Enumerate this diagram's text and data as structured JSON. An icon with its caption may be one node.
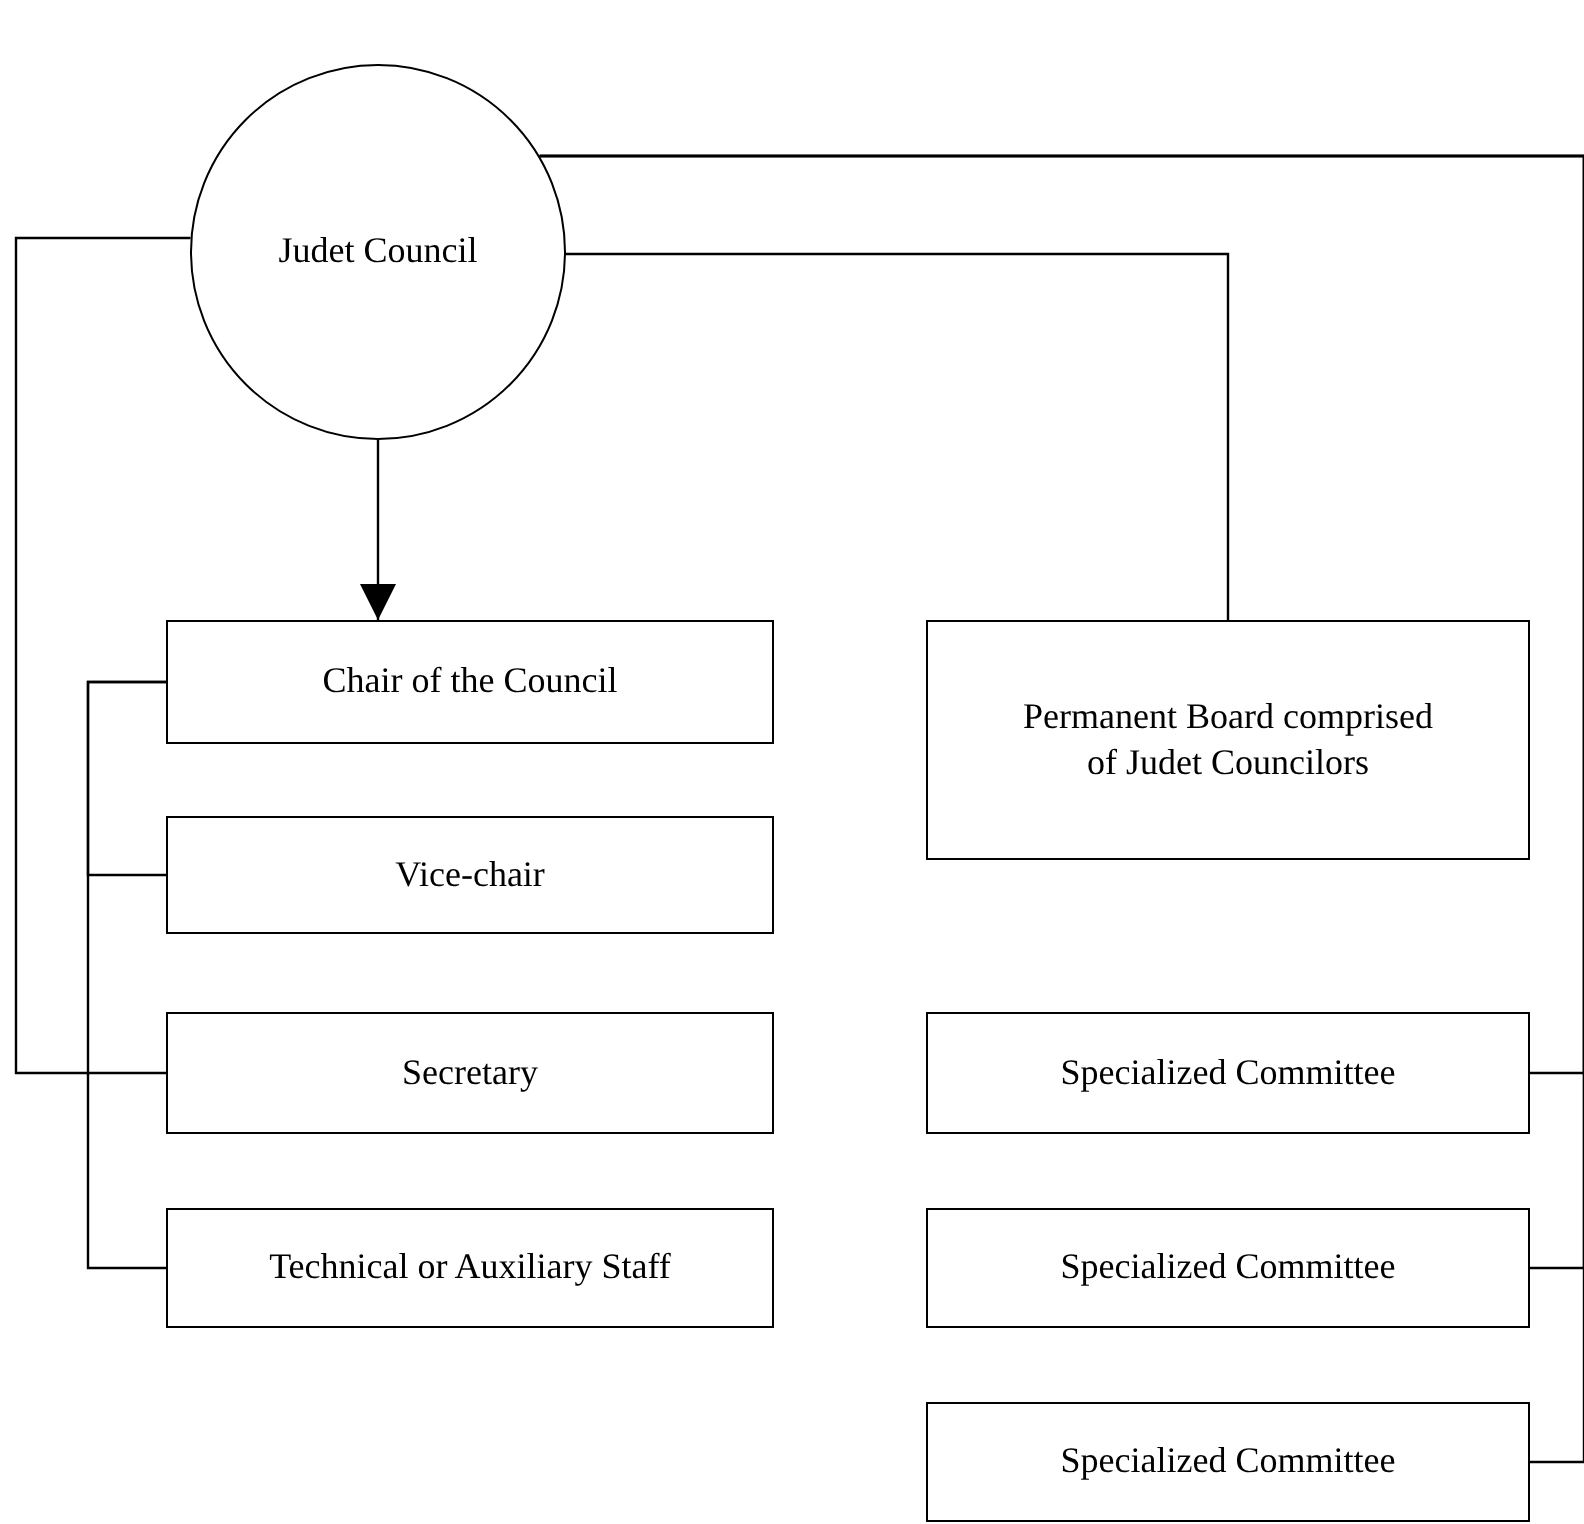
{
  "diagram": {
    "nodes": [
      {
        "text": [
          "Judet Council"
        ]
      },
      {
        "text": [
          "Chair of the Council"
        ]
      },
      {
        "text": [
          "Permanent Board comprised of Judet Councilors"
        ]
      },
      {
        "text": [
          "Vice-chair"
        ]
      },
      {
        "text": [
          "Secretary"
        ]
      },
      {
        "text": [
          "Specialized Committee"
        ]
      },
      {
        "text": [
          "Technical or Auxiliary Staff"
        ]
      },
      {
        "text": [
          "Specialized Committee"
        ]
      },
      {
        "text": [
          "Specialized Committee"
        ]
      }
    ],
    "edges": [
      {
        "from": 0,
        "to": 1,
        "arrow": "to"
      },
      {
        "from": 0,
        "to": 2,
        "arrow": "none"
      },
      {
        "from": 0,
        "to": 4,
        "arrow": "none"
      },
      {
        "from": 0,
        "to": 5,
        "arrow": "none"
      },
      {
        "from": 0,
        "to": 7,
        "arrow": "none"
      },
      {
        "from": 0,
        "to": 8,
        "arrow": "none"
      },
      {
        "from": 1,
        "to": 3,
        "arrow": "none"
      },
      {
        "from": 1,
        "to": 6,
        "arrow": "none"
      }
    ]
  }
}
